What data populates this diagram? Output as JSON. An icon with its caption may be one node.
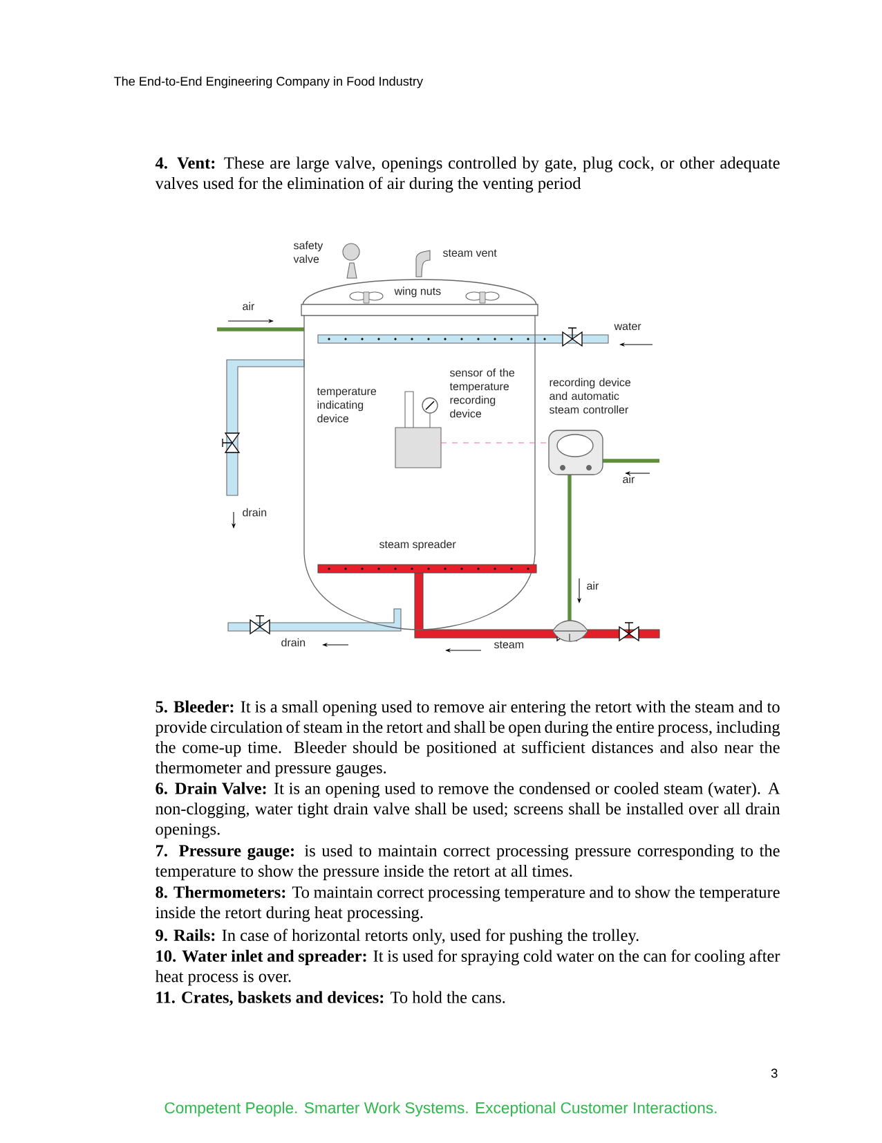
{
  "diagram": {
    "labels": [
      "The End-to-End Engineering Company in Food Industry",
      "**4. Vent:** These are large valve, openings controlled by gate, plug cock, or other adequate valves used for the elimination of air during the venting period",
      "safety valve",
      "steam vent",
      "wing nuts",
      "air",
      "water",
      "temperature indicating device",
      "sensor of the temperature recording device",
      "recording device and automatic steam controller",
      "air",
      "drain",
      "steam spreader",
      "air",
      "drain",
      "steam",
      "**5. Bleeder:** It is a small opening used to remove air entering the retort with the steam and to provide circulation of steam in the retort and shall be open during the entire process, including the come-up time. Bleeder should be positioned at sufficient distances and also near the thermometer and pressure gauges.",
      "**6. Drain Valve:** It is an opening used to remove the condensed or cooled steam (water). A non-clogging, water tight drain valve shall be used; screens shall be installed over all drain openings.",
      "**7. Pressure gauge:** is used to maintain correct processing pressure corresponding to the temperature to show the pressure inside the retort at all times.",
      "**8. Thermometers:** To maintain correct processing temperature and to show the temperature inside the retort during heat processing.",
      "**9. Rails:** In case of horizontal retorts only, used for pushing the trolley.",
      "**10. Water inlet and spreader:** It is used for spraying cold water on the can for cooling after heat process is over.",
      "**11. Crates, baskets and devices:** To hold the cans.",
      "3",
      "Competent People. Smarter Work Systems. Exceptional Customer Interactions."
    ]
  }
}
